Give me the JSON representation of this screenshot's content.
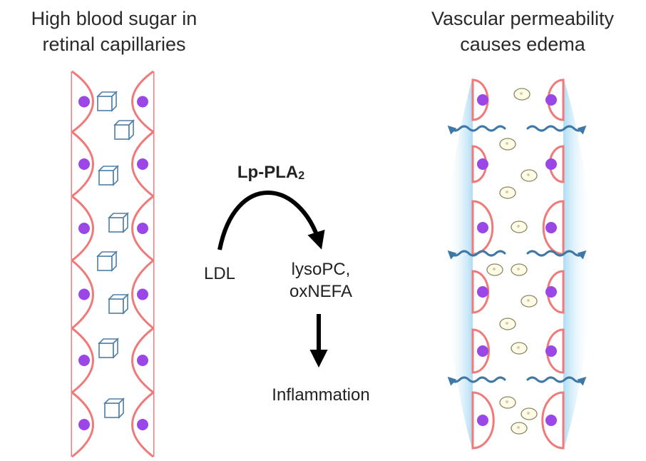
{
  "left_panel": {
    "title_line1": "High blood sugar in",
    "title_line2": "retinal capillaries"
  },
  "right_panel": {
    "title_line1": "Vascular permeability",
    "title_line2": "causes edema"
  },
  "pathway": {
    "enzyme_main": "Lp-PLA",
    "enzyme_sub": "2",
    "substrate": "LDL",
    "product_line1": "lysoPC,",
    "product_line2": "oxNEFA",
    "outcome": "Inflammation"
  },
  "colors": {
    "cell_membrane": "#f07a7a",
    "nucleus": "#9b47e8",
    "glucose_cube": "#4f7fa6",
    "edema_glow": "#aedcf5",
    "leak_arrow": "#3f78a6",
    "cell_fill": "#fffbe6",
    "cell_outline": "#888866"
  },
  "icons": {
    "glucose": "cube-icon",
    "nucleus": "nucleus-dot",
    "leak": "wavy-arrow-icon"
  }
}
